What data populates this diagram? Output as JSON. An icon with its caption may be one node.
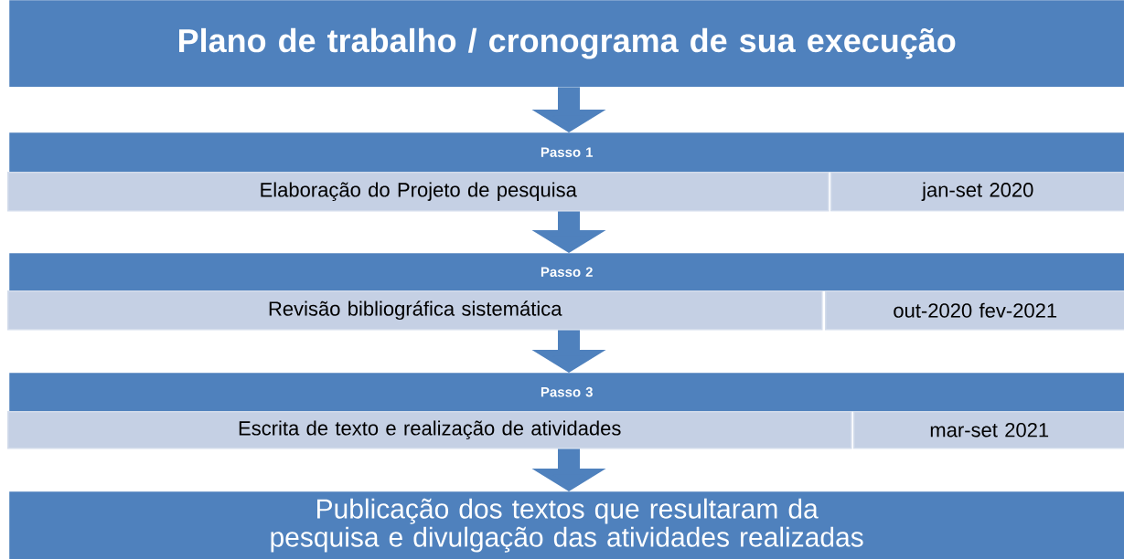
{
  "diagram": {
    "nodes": [
      {
        "text": [
          "Plano de trabalho / cronograma de sua execução"
        ]
      },
      {
        "text": [
          "Passo 1"
        ]
      },
      {
        "text": [
          "Elaboração do Projeto de pesquisa"
        ]
      },
      {
        "text": [
          "jan-set 2020"
        ]
      },
      {
        "text": [
          "Passo 2"
        ]
      },
      {
        "text": [
          "Revisão bibliográfica sistemática"
        ]
      },
      {
        "text": [
          "out-2020 fev-2021"
        ]
      },
      {
        "text": [
          "Passo 3"
        ]
      },
      {
        "text": [
          "Escrita de texto e realização de atividades"
        ]
      },
      {
        "text": [
          "mar-set 2021"
        ]
      },
      {
        "text": [
          "Publicação dos textos que resultaram da pesquisa e divulgação das atividades realizadas"
        ]
      }
    ],
    "edges": [
      {
        "from": 0,
        "to": 1,
        "arrow": "to"
      },
      {
        "from": 2,
        "to": 4,
        "arrow": "to"
      },
      {
        "from": 5,
        "to": 7,
        "arrow": "to"
      },
      {
        "from": 8,
        "to": 10,
        "arrow": "to"
      }
    ]
  }
}
